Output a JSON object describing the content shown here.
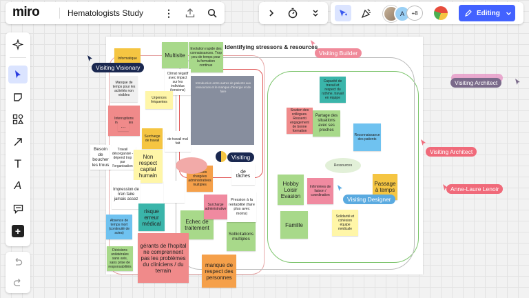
{
  "app": {
    "logo": "miro",
    "board_title": "Hematologists Study"
  },
  "toolbar": {
    "counter": "+8",
    "editing_label": "Editing",
    "avatar_initial": "A"
  },
  "frame": {
    "title": "ISE : Identifying stressors & resources"
  },
  "cursors": [
    {
      "label": "Visiting Visionary",
      "color": "#1a2850"
    },
    {
      "label": "Visiting Builder",
      "color": "#f08a9a"
    },
    {
      "label": "Visiting Architect",
      "color": "#7a6a8a"
    },
    {
      "label": "Visiting Architect",
      "color": "#f06a7a"
    },
    {
      "label": "Anne-Laure Lenoir",
      "color": "#f06a7a"
    },
    {
      "label": "Visiting Designer",
      "color": "#5aaae0"
    },
    {
      "label": "Visiting",
      "color": "#1a2850"
    }
  ],
  "stickies": {
    "informatique": "Informatique",
    "multisite": "Multisite",
    "evolution": "Evolution rapide des connaissances. Trop peu de temps pour la formation continue",
    "temps": "Manque de temps pour les activités non visibles",
    "climat": "Climat négatif avec impact sur les individus (tensions)",
    "urgences": "Urgences fréquentes",
    "interruptions": "Interruptions incessantes",
    "dots": "...",
    "surcharge_travail": "Surcharge de travail",
    "besoin": "Besoin de boucher les trous",
    "travail_desorg": "Travail désorganisé - dépend trop par l'organisation",
    "non_respect": "Non respect capital humain",
    "impression": "Impression de n'en faire jamais assez",
    "risque": "risque erreur médical",
    "absence": "Absence de temps mort (continuité de soins)",
    "echec": "Echec de traitement",
    "sollicitations": "Sollicitations multiples",
    "gerants": "gérants de l'hopital ne comprennent pas les problèmes du cliniciens / du terrain",
    "manque_respect": "manque de respect des personnes",
    "decisions": "Décisions unilatérales sans avis, sans prise de responsabilités",
    "journees": "Journées chargées administratives multiples",
    "surcharge_admin": "Surcharge administrative",
    "pression": "Pression à la rentabilité (faire plus avec moins)",
    "taches": "de tâches",
    "travail_mal": "de travail mal fait",
    "tableau_noir": "Introduction entre autres de patients aux ressources et le manque d'énergie et de faire",
    "soutien": "Soutien des collègues. Ressenti engagement de bonne formation",
    "partage": "Partage des situations avec ses proches",
    "reconnaissance": "Reconnaissance des patients",
    "ressources": "Ressources",
    "hobby": "Hobby Loisir Evasion",
    "infirmieres": "Infirmières de liaison / coordination",
    "passage": "Passage à temps",
    "famille": "Famille",
    "solidarite": "Solidarité et cohésion équipe médicale",
    "teal": "Capacité de travail et respect du rythme, travail en équipe"
  }
}
